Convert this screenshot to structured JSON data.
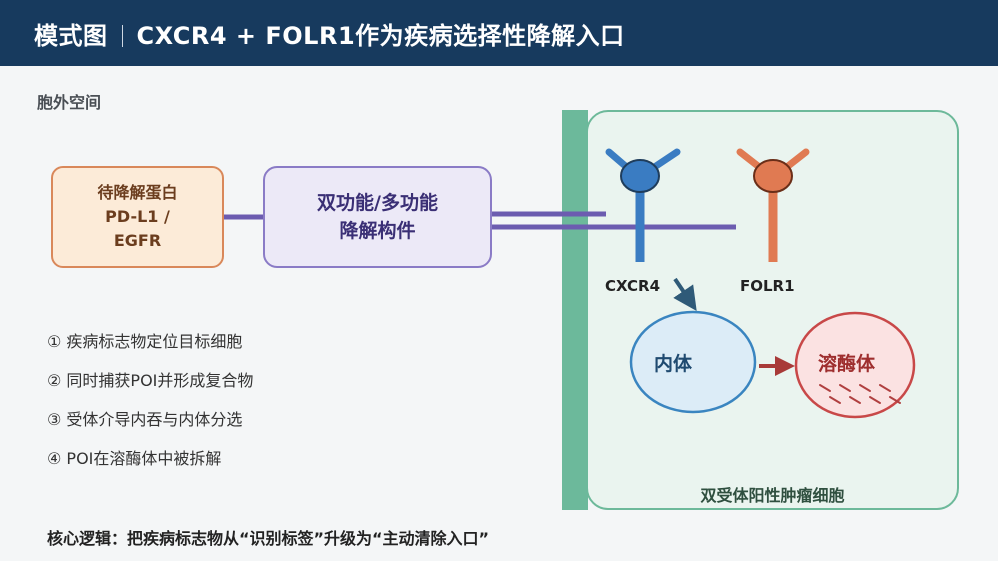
{
  "header": {
    "prefix": "模式图",
    "title": "CXCR4 + FOLR1作为疾病选择性降解入口"
  },
  "region": {
    "extracellular": "胞外空间"
  },
  "boxes": {
    "target_line1": "待降解蛋白",
    "target_line2": "PD-L1 /",
    "target_line3": "EGFR",
    "degrader_line1": "双功能/多功能",
    "degrader_line2": "降解构件"
  },
  "receptors": {
    "cxcr4": {
      "label": "CXCR4",
      "color": "#3a7cc2"
    },
    "folr1": {
      "label": "FOLR1",
      "color": "#e07a52"
    }
  },
  "compartments": {
    "endosome": "内体",
    "lysosome": "溶酶体"
  },
  "cell_label": "双受体阳性肿瘤细胞",
  "steps": [
    "① 疾病标志物定位目标细胞",
    "② 同时捕获POI并形成复合物",
    "③ 受体介导内吞与内体分选",
    "④ POI在溶酶体中被拆解"
  ],
  "footer": "核心逻辑：把疾病标志物从“识别标签”升级为“主动清除入口”",
  "colors": {
    "header_bg": "#173a5e",
    "membrane": "#6cb99b",
    "linker": "#6c5cb0",
    "endosome_fill": "#dcecf7",
    "lysosome_fill": "#fbe2e2"
  }
}
